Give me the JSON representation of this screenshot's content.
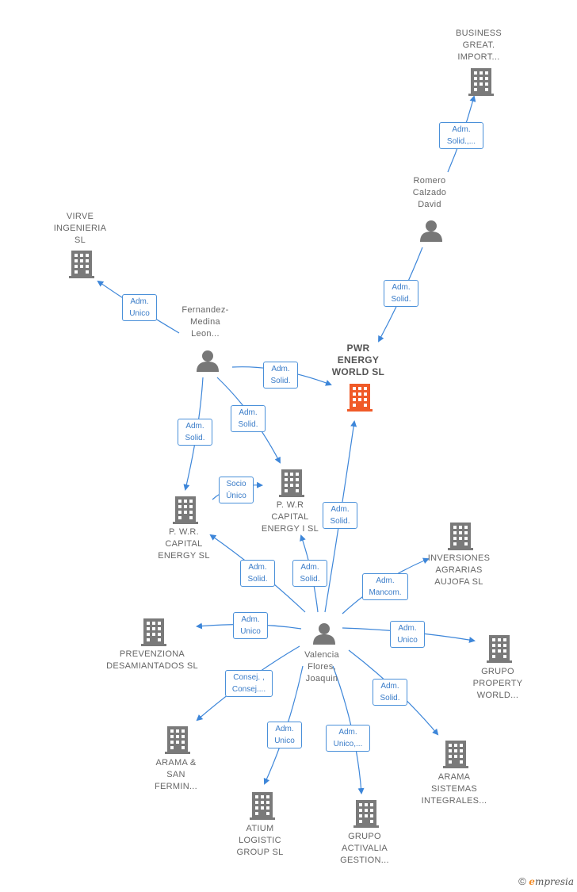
{
  "colors": {
    "edge": "#3d86d9",
    "building": "#7a7a7a",
    "building_highlight": "#f05a28",
    "person": "#777777"
  },
  "nodes": {
    "business_great": {
      "label": "BUSINESS\nGREAT.\nIMPORT..."
    },
    "romero": {
      "label": "Romero\nCalzado\nDavid"
    },
    "virve": {
      "label": "VIRVE\nINGENIERIA\nSL"
    },
    "fernandez": {
      "label": "Fernandez-\nMedina\nLeon..."
    },
    "pwr": {
      "label": "PWR\nENERGY\nWORLD  SL"
    },
    "pwr_capital_energy": {
      "label": "P. W.R.\nCAPITAL\nENERGY  SL"
    },
    "pwr_capital_energy_i": {
      "label": "P. W.R\nCAPITAL\nENERGY I  SL"
    },
    "inversiones": {
      "label": "INVERSIONES\nAGRARIAS\nAUJOFA  SL"
    },
    "prevenziona": {
      "label": "PREVENZIONA\nDESAMIANTADOS SL"
    },
    "valencia": {
      "label": "Valencia\nFlores,\nJoaquin"
    },
    "grupo_property": {
      "label": "GRUPO\nPROPERTY\nWORLD..."
    },
    "arama_san": {
      "label": "ARAMA &\nSAN\nFERMIN..."
    },
    "atium": {
      "label": "ATIUM\nLOGISTIC\nGROUP  SL"
    },
    "grupo_activalia": {
      "label": "GRUPO\nACTIVALIA\nGESTION..."
    },
    "arama_sistemas": {
      "label": "ARAMA\nSISTEMAS\nINTEGRALES..."
    }
  },
  "edges": {
    "romero_business": "Adm.\nSolid.,...",
    "romero_pwr": "Adm.\nSolid.",
    "fernandez_virve": "Adm.\nUnico",
    "fernandez_pwr": "Adm.\nSolid.",
    "fernandez_pwr_capital_i": "Adm.\nSolid.",
    "fernandez_pwr_capital": "Adm.\nSolid.",
    "capital_socio": "Socio\nÚnico",
    "valencia_pwr": "Adm.\nSolid.",
    "valencia_capital_i": "Adm.\nSolid.",
    "valencia_capital": "Adm.\nSolid.",
    "valencia_inversiones": "Adm.\nMancom.",
    "valencia_prevenziona": "Adm.\nUnico",
    "valencia_grupo_property": "Adm.\nUnico",
    "valencia_arama_san": "Consej. ,\nConsej....",
    "valencia_arama_sistemas": "Adm.\nSolid.",
    "valencia_atium": "Adm.\nUnico",
    "valencia_activalia": "Adm.\nUnico,..."
  },
  "footer": {
    "copyright_symbol": "©",
    "brand_first_letter": "e",
    "brand_rest": "mpresia"
  }
}
